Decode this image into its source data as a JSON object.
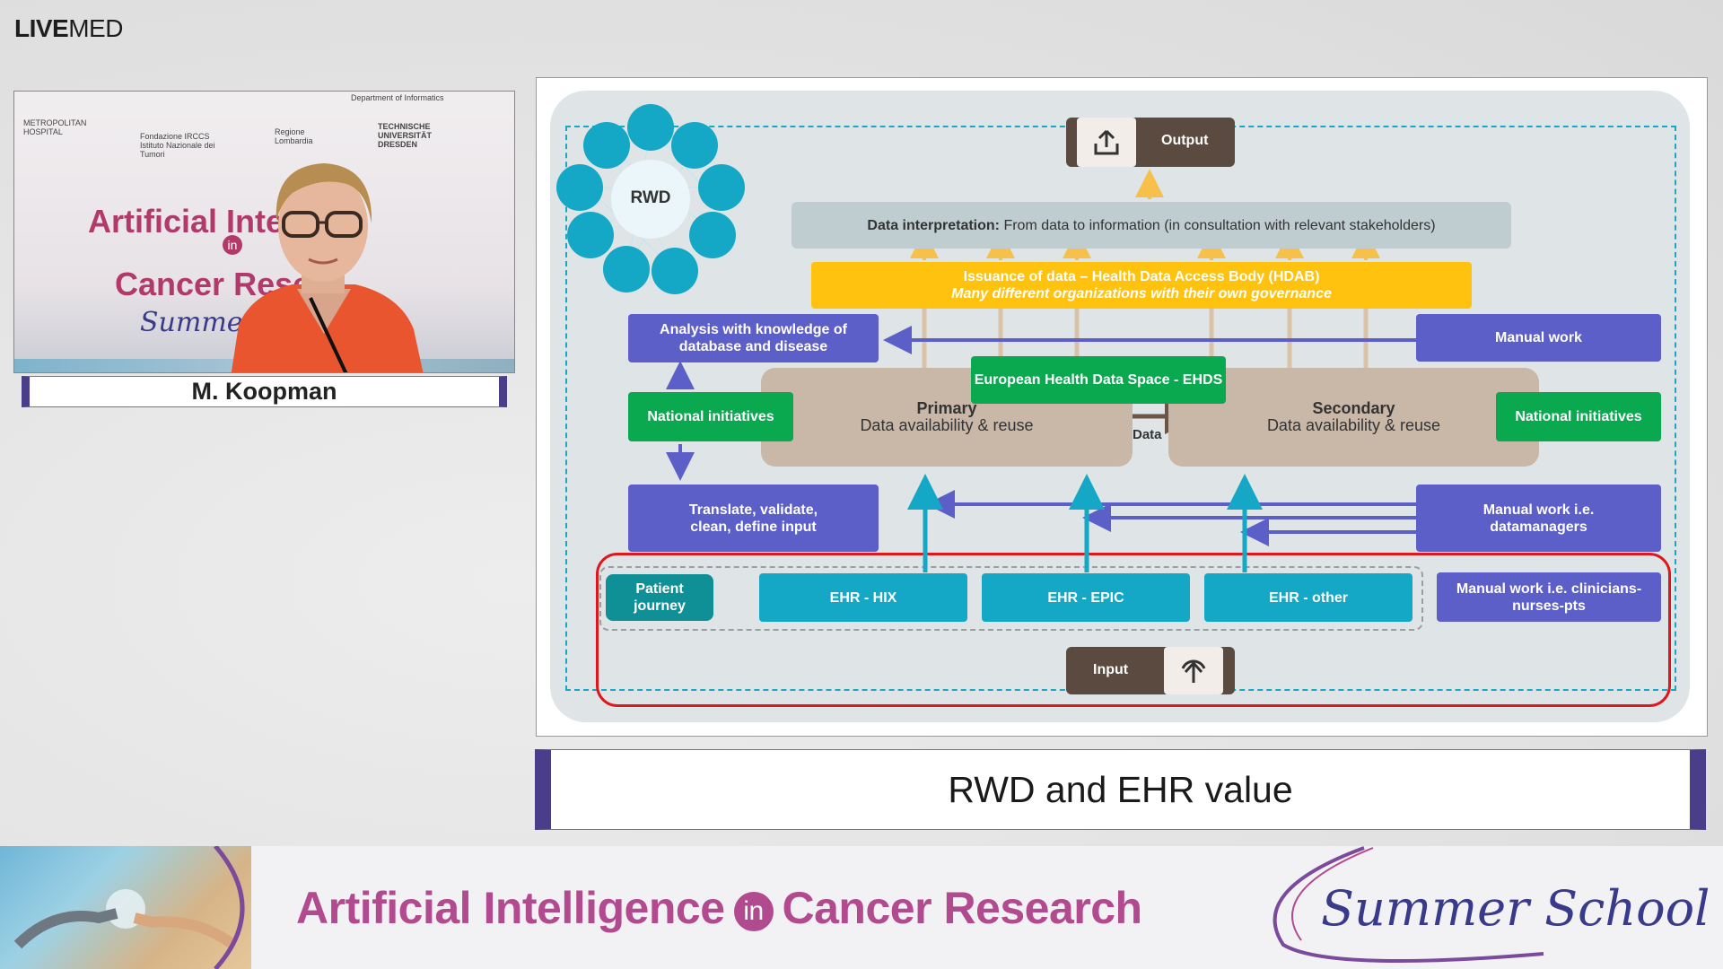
{
  "brand": {
    "bold": "LIVE",
    "regular": "MED"
  },
  "speaker": {
    "name": "M. Koopman",
    "backdrop_line1": "Artificial Intellig",
    "backdrop_line2": "Cancer Resear",
    "backdrop_in": "in",
    "backdrop_summer": "Summer",
    "logos": [
      "Department of Informatics",
      "Fondazione IRCCS Istituto Nazionale dei Tumori",
      "Regione Lombardia",
      "TECHNISCHE UNIVERSITÄT DRESDEN",
      "METROPOLITAN HOSPITAL"
    ]
  },
  "slide": {
    "rwd": "RWD",
    "output": "Output",
    "input": "Input",
    "interp_bold": "Data interpretation:",
    "interp_rest": " From data to information (in consultation with relevant stakeholders)",
    "hdab_line1": "Issuance of data – Health Data Access Body (HDAB)",
    "hdab_line2": "Many different organizations with their own governance",
    "analysis": "Analysis with knowledge of database and disease",
    "manual_work": "Manual work",
    "ehds": "European Health Data Space - EHDS",
    "national_left": "National initiatives",
    "national_right": "National initiatives",
    "primary_title": "Primary",
    "primary_sub": "Data availability & reuse",
    "secondary_title": "Secondary",
    "secondary_sub": "Data availability & reuse",
    "data_label": "Data",
    "translate": "Translate, validate, clean, define input",
    "manual_dm": "Manual work i.e. datamanagers",
    "patient_journey": "Patient journey",
    "ehr_hix": "EHR - HIX",
    "ehr_epic": "EHR - EPIC",
    "ehr_other": "EHR - other",
    "manual_clin": "Manual work i.e. clinicians-nurses-pts",
    "colors": {
      "purple": "#5b5fc7",
      "green": "#0aa84f",
      "teal": "#14a8c6",
      "yellow": "#ffc20e",
      "red": "#e0161b",
      "brown": "#5a4a3f"
    }
  },
  "caption": "RWD and EHR value",
  "banner": {
    "title_left": "Artificial Intelligence",
    "title_in": "in",
    "title_right": "Cancer Research",
    "summer": "Summer School"
  }
}
